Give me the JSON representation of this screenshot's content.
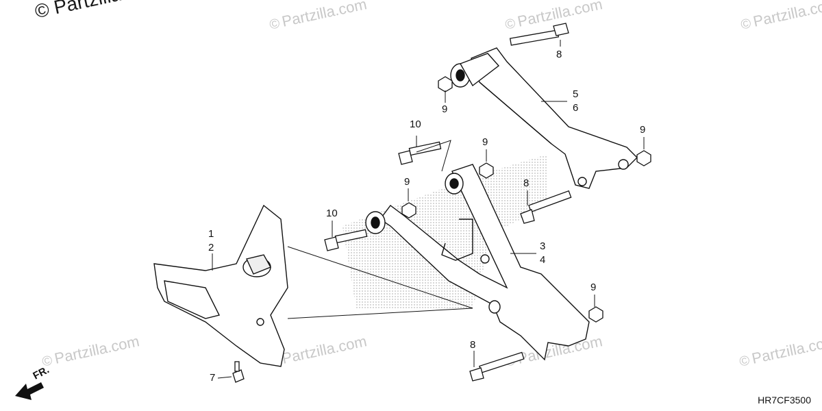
{
  "watermark": {
    "main_text": "Partzilla",
    "copyright_symbol": "©",
    "faint_text": "Partzilla.com"
  },
  "callouts": {
    "c1": "1",
    "c2": "2",
    "c3": "3",
    "c4": "4",
    "c5": "5",
    "c6": "6",
    "c7": "7",
    "c8a": "8",
    "c8b": "8",
    "c8c": "8",
    "c9a": "9",
    "c9b": "9",
    "c9c": "9",
    "c9d": "9",
    "c9e": "9",
    "c10a": "10",
    "c10b": "10"
  },
  "front_indicator": "FR.",
  "diagram_code": "HR7CF3500",
  "colors": {
    "line": "#111111",
    "watermark": "#c8c8c8",
    "shade": "#9a9a9a"
  }
}
